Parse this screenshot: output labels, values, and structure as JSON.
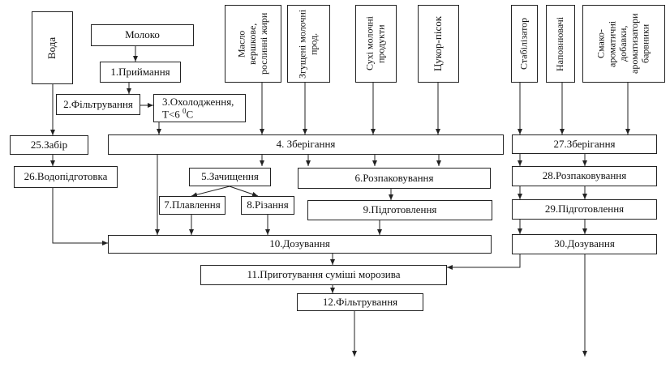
{
  "nodes": {
    "voda": "Вода",
    "moloko": "Молоко",
    "maslo": "Масло вершкове, рослинні жири",
    "zgusheni": "Згущені молочні прод.",
    "sukhi": "Сухі молочні продукти",
    "tsukor": "Цукор-пісок",
    "stabilizator": "Стабілізатор",
    "napovniuvachi": "Наповнювачі",
    "smako": "Смако-ароматичні добавки, ароматизатори барвники",
    "n1": "1.Приймання",
    "n2": "2.Фільтрування",
    "n3_main": "3.Охолодження,",
    "n3_temp": "T<6",
    "n3_sup": "0",
    "n3_unit": "C",
    "n25": "25.Забір",
    "n4": "4. Зберігання",
    "n27": "27.Зберігання",
    "n26": "26.Водопідготовка",
    "n5": "5.Зачищення",
    "n6": "6.Розпаковування",
    "n28": "28.Розпаковування",
    "n7": "7.Плавлення",
    "n8": "8.Різання",
    "n9": "9.Підготовлення",
    "n29": "29.Підготовлення",
    "n10": "10.Дозування",
    "n30": "30.Дозування",
    "n11": "11.Приготування суміші морозива",
    "n12": "12.Фільтрування"
  }
}
